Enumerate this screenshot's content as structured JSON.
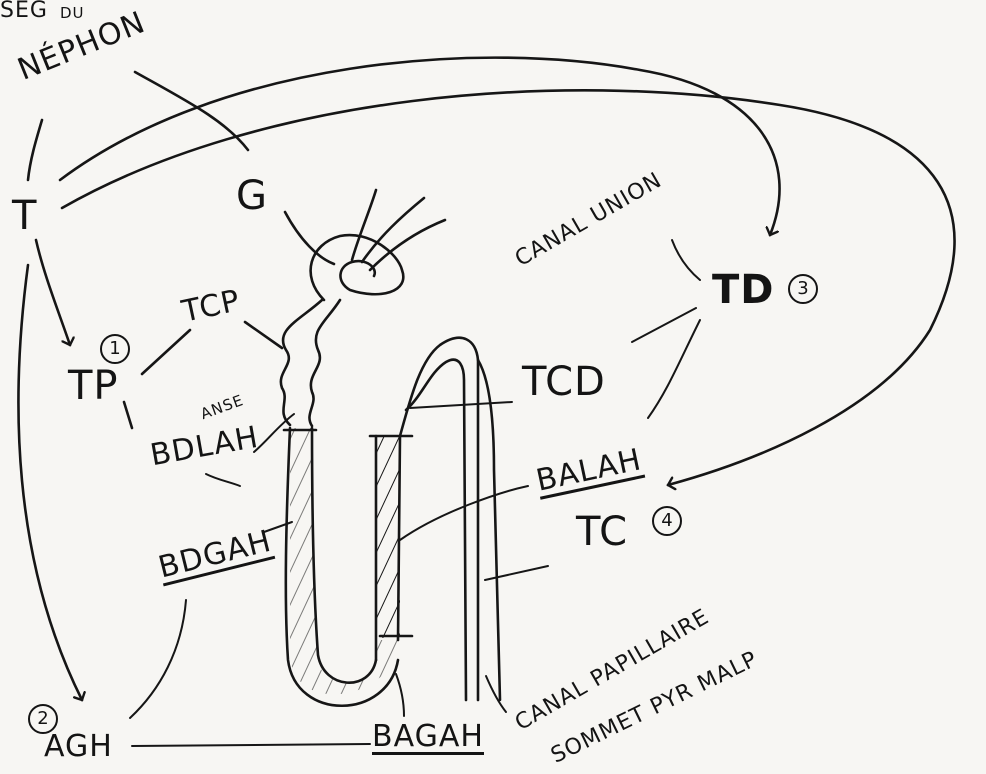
{
  "header": {
    "top_fragment": "SEG",
    "top_fragment_2": "DU",
    "title": "NÉPHON"
  },
  "labels": {
    "t": "T",
    "g": "G",
    "tcp": "TCP",
    "tp": "TP",
    "n1": "1",
    "ance": "ANSE",
    "bdlah": "BDLAH",
    "bdgah": "BDGAH",
    "n2": "2",
    "agh": "AGH",
    "bagah": "BAGAH",
    "canal_union": "CANAL UNION",
    "td": "TD",
    "n3": "3",
    "tcd": "TCD",
    "balah": "BALAH",
    "tc": "TC",
    "n4": "4",
    "canal_papillaire_1": "CANAL PAPILLAIRE",
    "canal_papillaire_2": "SOMMET PYR MALP"
  }
}
